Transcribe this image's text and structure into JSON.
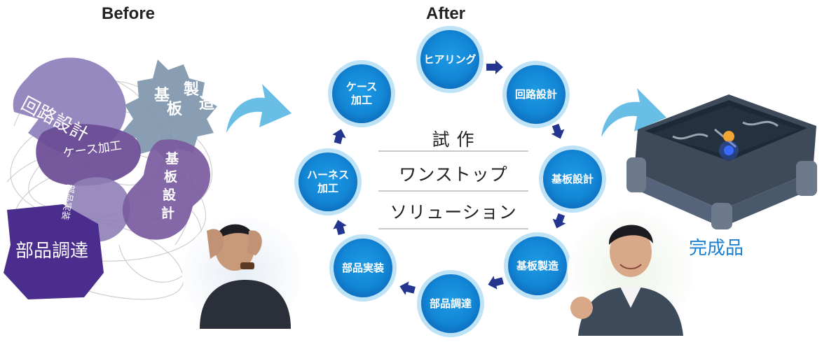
{
  "before": {
    "heading": "Before",
    "blobs": {
      "circuit_design": "回路設計",
      "board_manufacturing": [
        "基",
        "板",
        "製",
        "造"
      ],
      "case_processing": "ケース加工",
      "board_design": [
        "基",
        "板",
        "設",
        "計"
      ],
      "parts_mounting": "部品実装",
      "parts_procurement": "部品調達"
    }
  },
  "after": {
    "heading": "After",
    "center": {
      "line1": "試 作",
      "line2": "ワンストップ",
      "line3": "ソリューション"
    },
    "steps": [
      "ヒアリング",
      "回路設計",
      "基板設計",
      "基板製造",
      "部品調達",
      "部品実装",
      "ハーネス\n加工",
      "ケース\n加工"
    ]
  },
  "product": {
    "label": "完成品"
  },
  "colors": {
    "step_circle": "#1a8fdc",
    "arrow": "#23358f",
    "big_arrow": "#4fb3e2",
    "product_label": "#1a7fd0"
  }
}
